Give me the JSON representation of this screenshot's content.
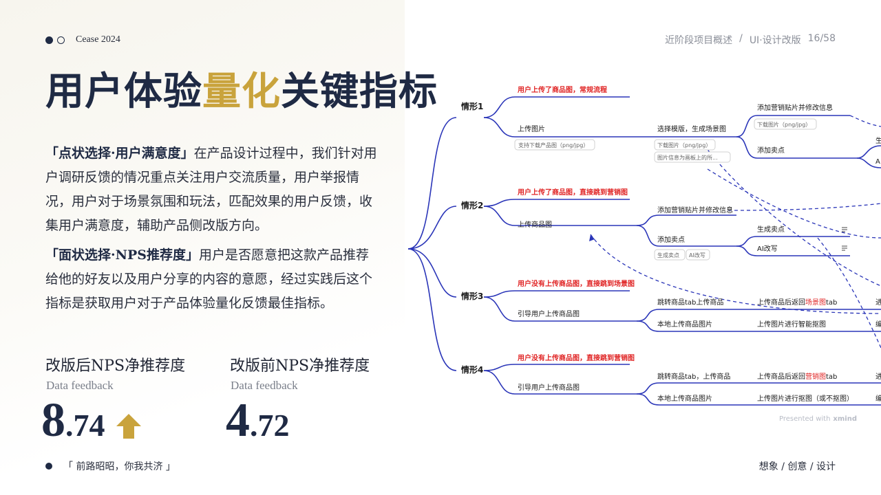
{
  "brand": {
    "text": "Cease 2024"
  },
  "header": {
    "section": "近阶段项目概述",
    "separator": "/",
    "chapter": "UI·设计改版",
    "page": "16/58"
  },
  "title": {
    "part1": "用户体验",
    "highlight": "量化",
    "part2": "关键指标"
  },
  "paragraphs": [
    {
      "lead": "「点状选择·用户满意度」",
      "body": "在产品设计过程中，我们针对用户调研反馈的情况重点关注用户交流质量，用户举报情况，用户对于场景氛围和玩法，匹配效果的用户反馈，收集用户满意度，辅助产品侧改版方向。"
    },
    {
      "lead": "「面状选择·NPS推荐度」",
      "body": "用户是否愿意把这款产品推荐给他的好友以及用户分享的内容的意愿，经过实践后这个指标是获取用户对于产品体验量化反馈最佳指标。"
    }
  ],
  "metrics": [
    {
      "label": "改版后NPS净推荐度",
      "sub": "Data feedback",
      "value_int": "8",
      "value_dec": ".74",
      "value": 8.74,
      "trend": "arrow-up"
    },
    {
      "label": "改版前NPS净推荐度",
      "sub": "Data feedback",
      "value_int": "4",
      "value_dec": ".72",
      "value": 4.72
    }
  ],
  "quote": "「 前路昭昭，你我共济 」",
  "footer": "想象 / 创意 / 设计",
  "colors": {
    "navy": "#1f2a44",
    "gold": "#c9a33c",
    "mm_line": "#2a35b8",
    "mm_red": "#e02424"
  },
  "mindmap": {
    "cases": [
      {
        "name": "情形1",
        "branches": [
          "用户上传了商品图，常规流程",
          "上传图片"
        ],
        "tag": "支持下载产品图（png/jpg）"
      },
      {
        "name": "情形2",
        "branches": [
          "用户上传了商品图，直接跳到营销图",
          "上传商品图"
        ]
      },
      {
        "name": "情形3",
        "branches": [
          "用户没有上传商品图，直接跳到场景图",
          "引导用户上传商品图"
        ]
      },
      {
        "name": "情形4",
        "branches": [
          "用户没有上传商品图，直接跳到营销图",
          "引导用户上传商品图"
        ]
      }
    ],
    "nodes": {
      "c1_step": "选择模版，生成场景图",
      "c1_tag1": "下载图片（png/jpg）",
      "c1_tag2": "图片信息为画板上的所...",
      "c1_sub1": "添加营销贴片并修改信息",
      "c1_sub1_tag": "下载图片（png/jpg）",
      "c1_sub2": "添加卖点",
      "c1_edge1": "生",
      "c1_edge2": "A",
      "c2_step1": "添加营销贴片并修改信息",
      "c2_step2": "添加卖点",
      "c2_tag1": "生成卖点",
      "c2_tag2": "AI改写",
      "c2_sub1": "生成卖点",
      "c2_sub2": "AI改写",
      "c3_step1": "跳转商品tab上传商品",
      "c3_step2": "本地上传商品图片",
      "c3_sub1_pre": "上传商品后返回",
      "c3_sub1_hl": "场景图",
      "c3_sub1_post": "tab",
      "c3_sub2": "上传图片进行智能抠图",
      "c3_edge1": "进",
      "c3_edge2": "编",
      "c4_step1": "跳转商品tab，上传商品",
      "c4_step2": "本地上传商品图片",
      "c4_sub1_pre": "上传商品后返回",
      "c4_sub1_hl": "营销图",
      "c4_sub1_post": "tab",
      "c4_sub2": "上传图片进行抠图（或不抠图）",
      "c4_edge1": "进",
      "c4_edge2": "编"
    },
    "watermark_prefix": "Presented with",
    "watermark_brand": "xmind"
  }
}
